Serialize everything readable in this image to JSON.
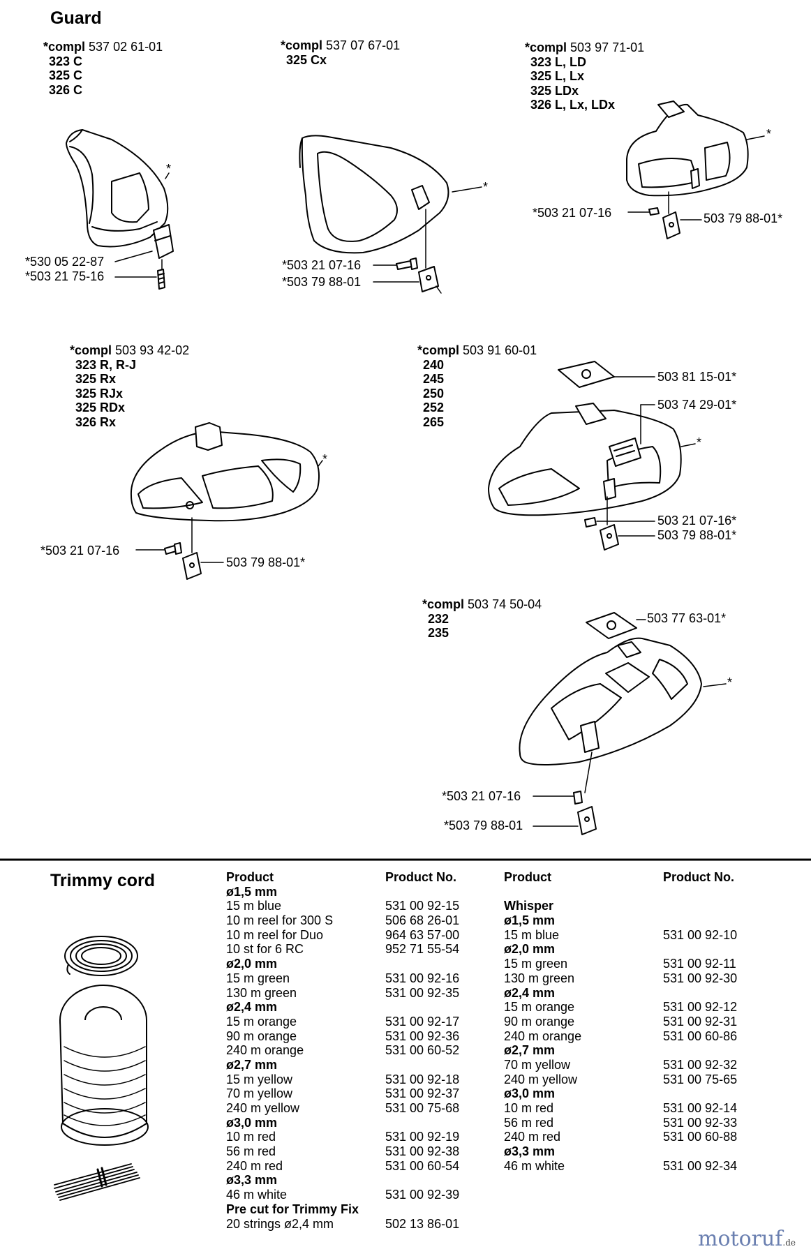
{
  "guard": {
    "title": "Guard",
    "groups": [
      {
        "compl": "*compl",
        "number": "537 02 61-01",
        "models": [
          "323 C",
          "325 C",
          "326 C"
        ]
      },
      {
        "compl": "*compl",
        "number": "537 07 67-01",
        "models": [
          "325 Cx"
        ]
      },
      {
        "compl": "*compl",
        "number": "503 97 71-01",
        "models": [
          "323 L, LD",
          "325 L, Lx",
          "325 LDx",
          "326 L, Lx, LDx"
        ]
      },
      {
        "compl": "*compl",
        "number": "503 93 42-02",
        "models": [
          "323 R, R-J",
          "325 Rx",
          "325 RJx",
          "325 RDx",
          "326 Rx"
        ]
      },
      {
        "compl": "*compl",
        "number": "503 91 60-01",
        "models": [
          "240",
          "245",
          "250",
          "252",
          "265"
        ]
      },
      {
        "compl": "*compl",
        "number": "503 74 50-04",
        "models": [
          "232",
          "235"
        ]
      }
    ],
    "labels": {
      "g1": {
        "guard": "*",
        "clip": "*530 05 22-87",
        "screw": "*503 21 75-16"
      },
      "g2": {
        "guard": "*",
        "screw": "*503 21 07-16",
        "nut": "*503 79 88-01"
      },
      "g3": {
        "guard": "*",
        "screw": "*503 21 07-16",
        "nut": "503 79 88-01*"
      },
      "g4": {
        "guard": "*",
        "screw": "*503 21 07-16",
        "nut": "503 79 88-01*"
      },
      "g5": {
        "guard": "*",
        "plate": "503 81 15-01*",
        "label": "503 74 29-01*",
        "screw": "503 21 07-16*",
        "nut": "503 79 88-01*"
      },
      "g6": {
        "guard": "*",
        "plate": "503 77 63-01*",
        "screw": "*503 21 07-16",
        "nut": "*503 79 88-01"
      }
    }
  },
  "trimmy": {
    "title": "Trimmy cord",
    "left": {
      "header": {
        "product": "Product",
        "number": "Product No."
      },
      "rows": [
        {
          "p": "ø1,5 mm",
          "n": "",
          "sub": true
        },
        {
          "p": "15 m blue",
          "n": "531 00 92-15"
        },
        {
          "p": "10 m reel for 300 S",
          "n": "506 68 26-01"
        },
        {
          "p": "10 m reel for Duo",
          "n": "964 63 57-00"
        },
        {
          "p": "10 st for 6 RC",
          "n": "952 71 55-54"
        },
        {
          "p": "ø2,0 mm",
          "n": "",
          "sub": true
        },
        {
          "p": "15 m green",
          "n": "531 00 92-16"
        },
        {
          "p": "130 m green",
          "n": "531 00 92-35"
        },
        {
          "p": "ø2,4 mm",
          "n": "",
          "sub": true
        },
        {
          "p": "15 m orange",
          "n": "531 00 92-17"
        },
        {
          "p": "90 m orange",
          "n": "531 00 92-36"
        },
        {
          "p": "240 m orange",
          "n": "531 00 60-52"
        },
        {
          "p": "ø2,7 mm",
          "n": "",
          "sub": true
        },
        {
          "p": "15 m yellow",
          "n": "531 00 92-18"
        },
        {
          "p": "70 m yellow",
          "n": "531 00 92-37"
        },
        {
          "p": "240 m yellow",
          "n": "531 00 75-68"
        },
        {
          "p": "ø3,0 mm",
          "n": "",
          "sub": true
        },
        {
          "p": "10 m red",
          "n": "531 00 92-19"
        },
        {
          "p": "56 m red",
          "n": "531 00 92-38"
        },
        {
          "p": "240 m red",
          "n": "531 00 60-54"
        },
        {
          "p": "ø3,3 mm",
          "n": "",
          "sub": true
        },
        {
          "p": "46 m white",
          "n": "531 00 92-39"
        },
        {
          "p": "Pre cut for Trimmy Fix",
          "n": "",
          "sub": true
        },
        {
          "p": "20 strings ø2,4 mm",
          "n": "502 13 86-01"
        }
      ]
    },
    "right": {
      "header": {
        "product": "Product",
        "number": "Product No."
      },
      "rows": [
        {
          "p": "",
          "n": ""
        },
        {
          "p": "Whisper",
          "n": "",
          "sub": true
        },
        {
          "p": "ø1,5 mm",
          "n": "",
          "sub": true
        },
        {
          "p": "15 m blue",
          "n": "531 00 92-10"
        },
        {
          "p": "ø2,0 mm",
          "n": "",
          "sub": true
        },
        {
          "p": "15 m green",
          "n": "531 00 92-11"
        },
        {
          "p": "130 m green",
          "n": "531 00 92-30"
        },
        {
          "p": "ø2,4 mm",
          "n": "",
          "sub": true
        },
        {
          "p": "15 m orange",
          "n": "531 00 92-12"
        },
        {
          "p": "90 m orange",
          "n": "531 00 92-31"
        },
        {
          "p": "240 m orange",
          "n": "531 00 60-86"
        },
        {
          "p": "ø2,7 mm",
          "n": "",
          "sub": true
        },
        {
          "p": "70 m yellow",
          "n": "531 00 92-32"
        },
        {
          "p": "240 m yellow",
          "n": "531 00 75-65"
        },
        {
          "p": "ø3,0 mm",
          "n": "",
          "sub": true
        },
        {
          "p": "10 m red",
          "n": "531 00 92-14"
        },
        {
          "p": "56 m red",
          "n": "531 00 92-33"
        },
        {
          "p": "240 m red",
          "n": "531 00 60-88"
        },
        {
          "p": "ø3,3 mm",
          "n": "",
          "sub": true
        },
        {
          "p": "46 m white",
          "n": "531 00 92-34"
        }
      ]
    }
  },
  "watermark": {
    "brand": "motoruf",
    "tld": ".de"
  }
}
